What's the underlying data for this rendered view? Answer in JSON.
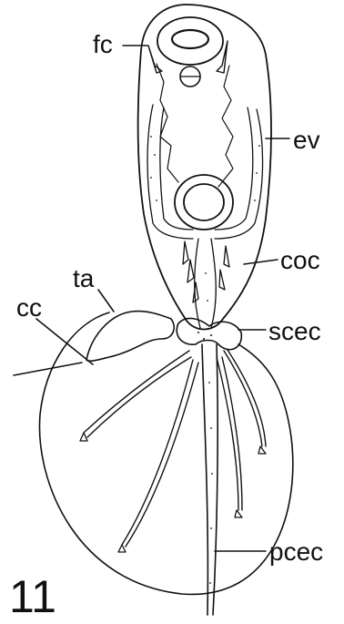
{
  "figure": {
    "number": "11",
    "labels": {
      "fc": "fc",
      "ev": "ev",
      "coc": "coc",
      "ta": "ta",
      "cc": "cc",
      "scec": "scec",
      "pcec": "pcec"
    }
  },
  "colors": {
    "ink": "#111111",
    "background": "#ffffff"
  }
}
